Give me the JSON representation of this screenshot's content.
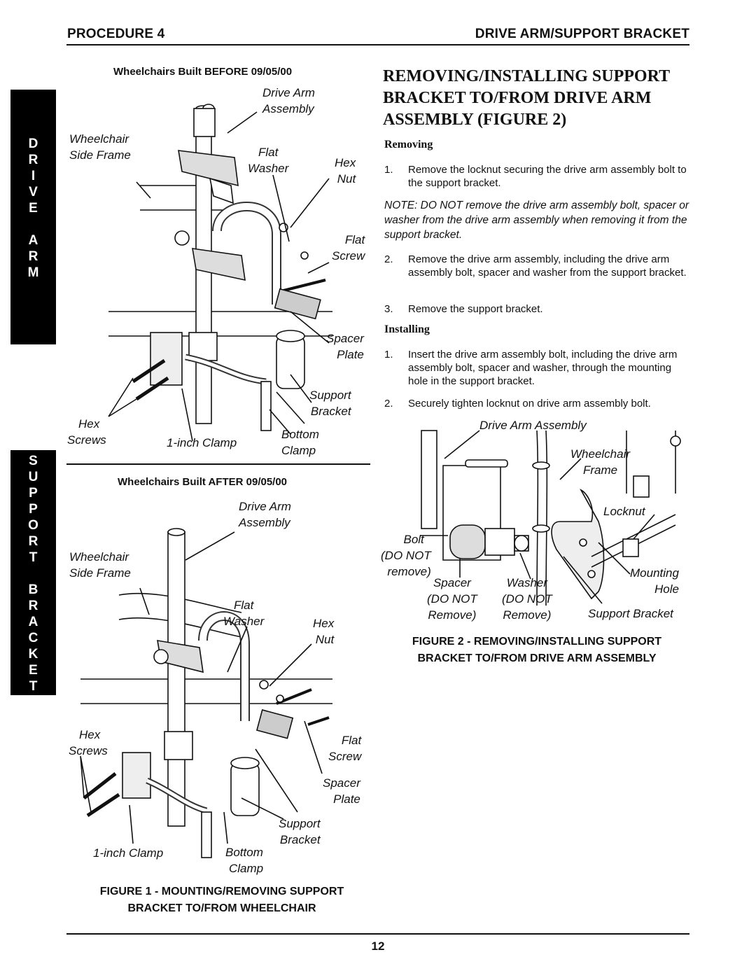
{
  "header": {
    "left": "PROCEDURE 4",
    "right": "DRIVE ARM/SUPPORT BRACKET"
  },
  "sidebar": {
    "top_letters": [
      "D",
      "R",
      "I",
      "V",
      "E",
      "",
      "A",
      "R",
      "M"
    ],
    "bottom_letters": [
      "S",
      "U",
      "P",
      "P",
      "O",
      "R",
      "T",
      "",
      "B",
      "R",
      "A",
      "C",
      "K",
      "E",
      "T"
    ]
  },
  "figure1": {
    "before": {
      "heading": "Wheelchairs Built BEFORE 09/05/00",
      "labels": {
        "drive_arm": [
          "Drive Arm",
          "Assembly"
        ],
        "wheelchair": [
          "Wheelchair",
          "Side Frame"
        ],
        "flat_washer": [
          "Flat",
          "Washer"
        ],
        "hex_nut": [
          "Hex",
          "Nut"
        ],
        "flat_screw": [
          "Flat",
          "Screw"
        ],
        "spacer_plate": [
          "Spacer",
          "Plate"
        ],
        "support_bracket": [
          "Support",
          "Bracket"
        ],
        "hex_screws": [
          "Hex",
          "Screws"
        ],
        "inch_clamp": "1-inch Clamp",
        "bottom_clamp": [
          "Bottom",
          "Clamp"
        ]
      }
    },
    "after": {
      "heading": "Wheelchairs Built AFTER 09/05/00",
      "labels": {
        "drive_arm": [
          "Drive Arm",
          "Assembly"
        ],
        "wheelchair": [
          "Wheelchair",
          "Side Frame"
        ],
        "flat_washer": [
          "Flat",
          "Washer"
        ],
        "hex_nut": [
          "Hex",
          "Nut"
        ],
        "hex_screws": [
          "Hex",
          "Screws"
        ],
        "flat_screw": [
          "Flat",
          "Screw"
        ],
        "spacer_plate": [
          "Spacer",
          "Plate"
        ],
        "support_bracket": [
          "Support",
          "Bracket"
        ],
        "inch_clamp": "1-inch Clamp",
        "bottom_clamp": [
          "Bottom",
          "Clamp"
        ]
      }
    },
    "caption": [
      "FIGURE 1 - MOUNTING/REMOVING SUPPORT",
      "BRACKET TO/FROM WHEELCHAIR"
    ]
  },
  "section_title": [
    "REMOVING/INSTALLING SUPPORT",
    "BRACKET TO/FROM DRIVE ARM",
    "ASSEMBLY (FIGURE 2)"
  ],
  "removing": {
    "heading": "Removing",
    "step1": {
      "num": "1.",
      "text": "Remove the locknut securing the drive arm assembly bolt to the support bracket."
    },
    "note": "NOTE: DO NOT remove the drive arm assembly bolt, spacer or washer from the drive arm assembly when removing it from the support bracket.",
    "step2": {
      "num": "2.",
      "text": "Remove the drive arm assembly, including the drive arm assembly bolt, spacer and washer from the support bracket."
    },
    "step3": {
      "num": "3.",
      "text": "Remove the support bracket."
    }
  },
  "installing": {
    "heading": "Installing",
    "step1": {
      "num": "1.",
      "text": "Insert the drive arm assembly bolt, including the drive arm assembly bolt, spacer and washer,  through the mounting hole in the support bracket."
    },
    "step2": {
      "num": "2.",
      "text": "Securely tighten locknut on drive arm assembly bolt."
    }
  },
  "figure2": {
    "labels": {
      "drive_arm": "Drive Arm Assembly",
      "wheelchair_frame": [
        "Wheelchair",
        "Frame"
      ],
      "locknut": "Locknut",
      "bolt": [
        "Bolt",
        "(DO NOT",
        "remove)"
      ],
      "spacer": [
        "Spacer",
        "(DO NOT",
        "Remove)"
      ],
      "washer": [
        "Washer",
        "(DO NOT",
        "Remove)"
      ],
      "mounting_hole": [
        "Mounting",
        "Hole"
      ],
      "support_bracket": "Support Bracket"
    },
    "caption": [
      "FIGURE 2 - REMOVING/INSTALLING SUPPORT",
      "BRACKET TO/FROM DRIVE ARM ASSEMBLY"
    ]
  },
  "page_number": "12"
}
